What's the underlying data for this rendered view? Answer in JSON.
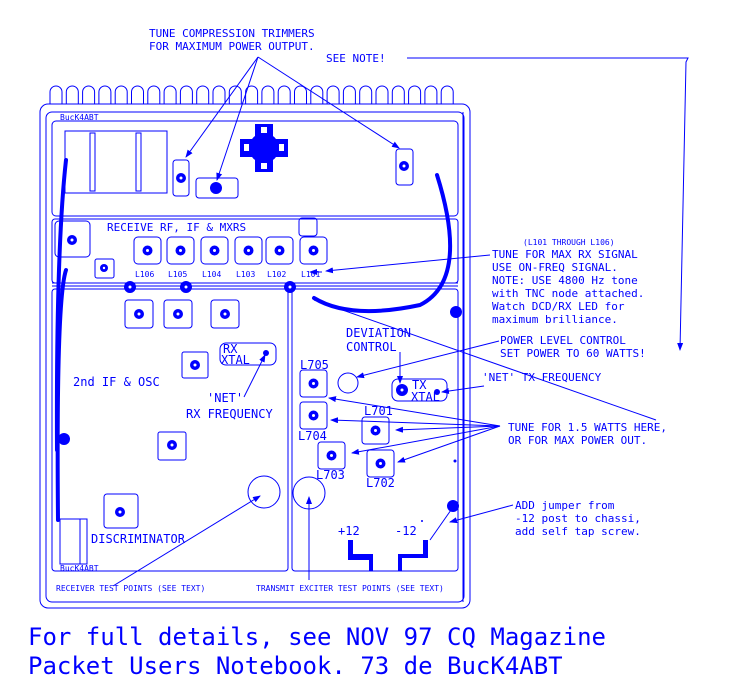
{
  "diagram": {
    "board_label_top": "BucK4ABT",
    "board_label_bottom": "BucK4ABT",
    "sections": {
      "receive": "RECEIVE RF, IF & MXRS",
      "second_if": "2nd IF & OSC",
      "discriminator": "DISCRIMINATOR"
    },
    "coils_rx": [
      "L106",
      "L105",
      "L104",
      "L103",
      "L102",
      "L101"
    ],
    "coils_tx": {
      "l705": "L705",
      "l704": "L704",
      "l701": "L701",
      "l703": "L703",
      "l702": "L702"
    },
    "rx_xtal": {
      "line1": "RX",
      "line2": "XTAL"
    },
    "tx_xtal": {
      "line1": "TX",
      "line2": "XTAL"
    },
    "posts": {
      "plus12": "+12",
      "minus12": "-12"
    },
    "test_points": {
      "receiver": "RECEIVER TEST POINTS (SEE TEXT)",
      "transmit": "TRANSMIT EXCITER TEST POINTS (SEE TEXT)"
    },
    "callouts": {
      "trimmers_line1": "TUNE COMPRESSION TRIMMERS",
      "trimmers_line2": "FOR MAXIMUM POWER OUTPUT.",
      "see_note": "SEE NOTE!",
      "rx_range": "(L101 THROUGH L106)",
      "rx_line1": "TUNE FOR MAX RX SIGNAL",
      "rx_line2": "USE ON-FREQ SIGNAL.",
      "rx_line3": "NOTE: USE 4800 Hz tone",
      "rx_line4": "with TNC node attached.",
      "rx_line5": "Watch DCD/RX LED for",
      "rx_line6": "maximum brilliance.",
      "deviation_line1": "DEVIATION",
      "deviation_line2": "CONTROL",
      "power_line1": "POWER LEVEL CONTROL",
      "power_line2": "SET POWER TO 60 WATTS!",
      "net_tx": "'NET' TX FREQUENCY",
      "net_rx_line1": "'NET'",
      "net_rx_line2": "RX FREQUENCY",
      "tune_tx_line1": "TUNE FOR 1.5 WATTS HERE,",
      "tune_tx_line2": "OR FOR MAX POWER OUT.",
      "jumper_line1": "ADD jumper from",
      "jumper_line2": "-12 post to chassi,",
      "jumper_line3": "add self tap screw."
    },
    "footer": {
      "line1": "For full details, see NOV 97 CQ Magazine",
      "line2": "Packet Users Notebook.  73 de BucK4ABT"
    },
    "color": "#0000ff"
  }
}
